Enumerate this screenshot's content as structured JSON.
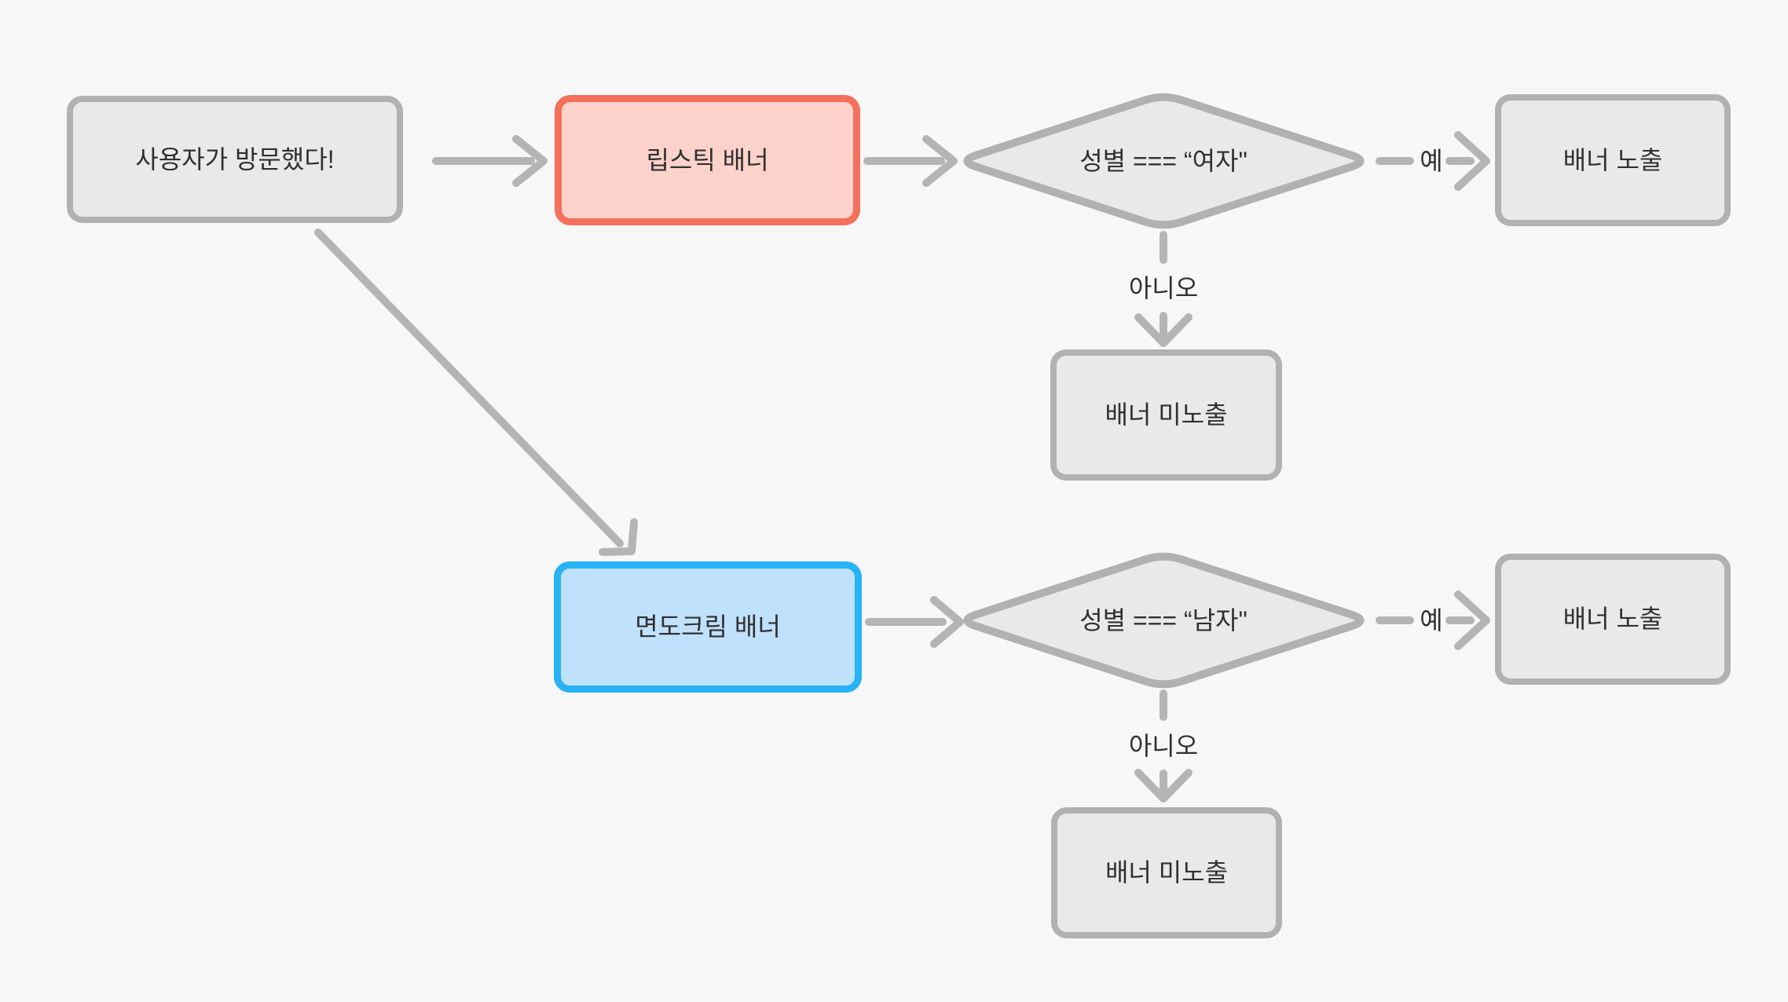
{
  "diagram": {
    "background_color": "#f7f7f7",
    "colors": {
      "background": "#f7f7f7",
      "node_border": "#b1b1b1",
      "node_fill": "#e9e9e9",
      "connector": "#b4b4b4",
      "text": "#303030",
      "highlight_red_border": "#f4705c",
      "highlight_red_fill": "#fcd2cb",
      "highlight_blue_border": "#27b3f5",
      "highlight_blue_fill": "#bfe1fb"
    },
    "nodes": {
      "start": {
        "label": "사용자가 방문했다!"
      },
      "lipstick_banner": {
        "label": "립스틱 배너"
      },
      "gender_is_female": {
        "label": "성별 === “여자\""
      },
      "banner_shown_top": {
        "label": "배너 노출"
      },
      "banner_hidden_top": {
        "label": "배너 미노출"
      },
      "shaving_cream_banner": {
        "label": "면도크림 배너"
      },
      "gender_is_male": {
        "label": "성별 === “남자\""
      },
      "banner_shown_bottom": {
        "label": "배너 노출"
      },
      "banner_hidden_bottom": {
        "label": "배너 미노출"
      }
    },
    "edge_labels": {
      "yes_top": "예",
      "no_top": "아니오",
      "yes_bottom": "예",
      "no_bottom": "아니오"
    }
  }
}
